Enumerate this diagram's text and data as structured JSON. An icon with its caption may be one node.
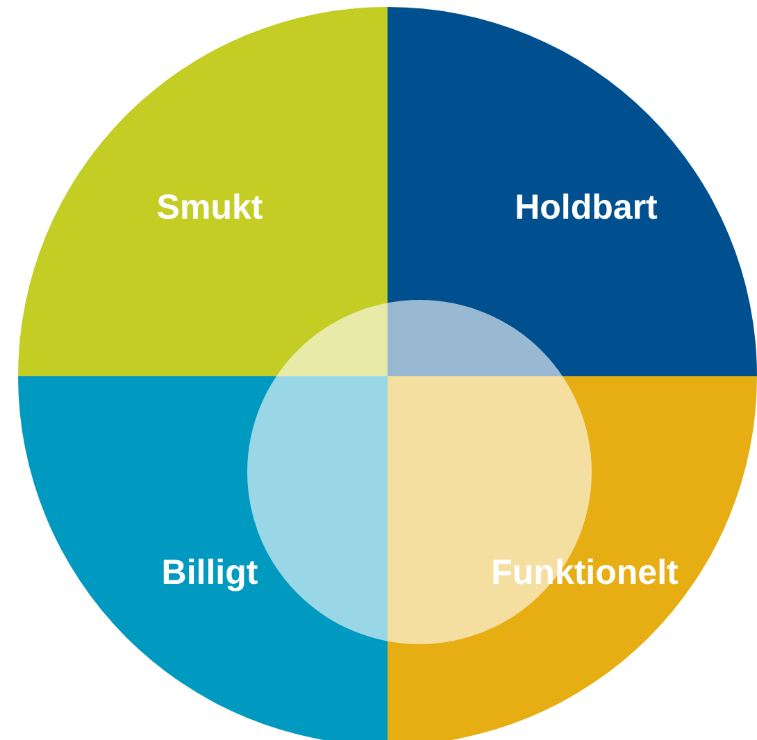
{
  "diagram": {
    "nodes": [
      {
        "text": [
          "Smukt"
        ]
      },
      {
        "text": [
          "Holdbart"
        ]
      },
      {
        "text": [
          "Billigt"
        ]
      },
      {
        "text": [
          "Funktionelt"
        ]
      },
      {
        "text": [],
        "shape": "circle"
      }
    ]
  }
}
